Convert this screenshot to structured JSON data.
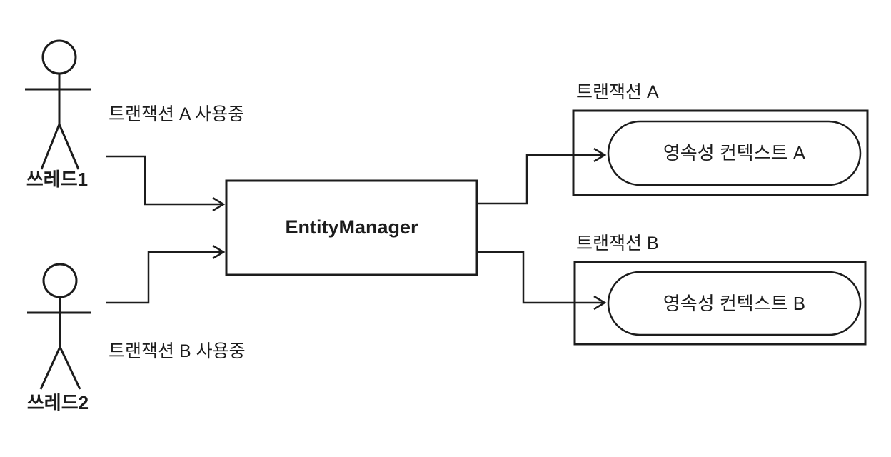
{
  "diagram": {
    "background_color": "#ffffff",
    "line_color": "#1c1c1c",
    "actors": [
      {
        "name": "쓰레드1",
        "status": "트랜잭션 A 사용중"
      },
      {
        "name": "쓰레드2",
        "status": "트랜잭션 B 사용중"
      }
    ],
    "entity_manager": {
      "label": "EntityManager"
    },
    "transactions": [
      {
        "title": "트랜잭션 A",
        "context": "영속성 컨텍스트 A"
      },
      {
        "title": "트랜잭션 B",
        "context": "영속성 컨텍스트 B"
      }
    ]
  }
}
